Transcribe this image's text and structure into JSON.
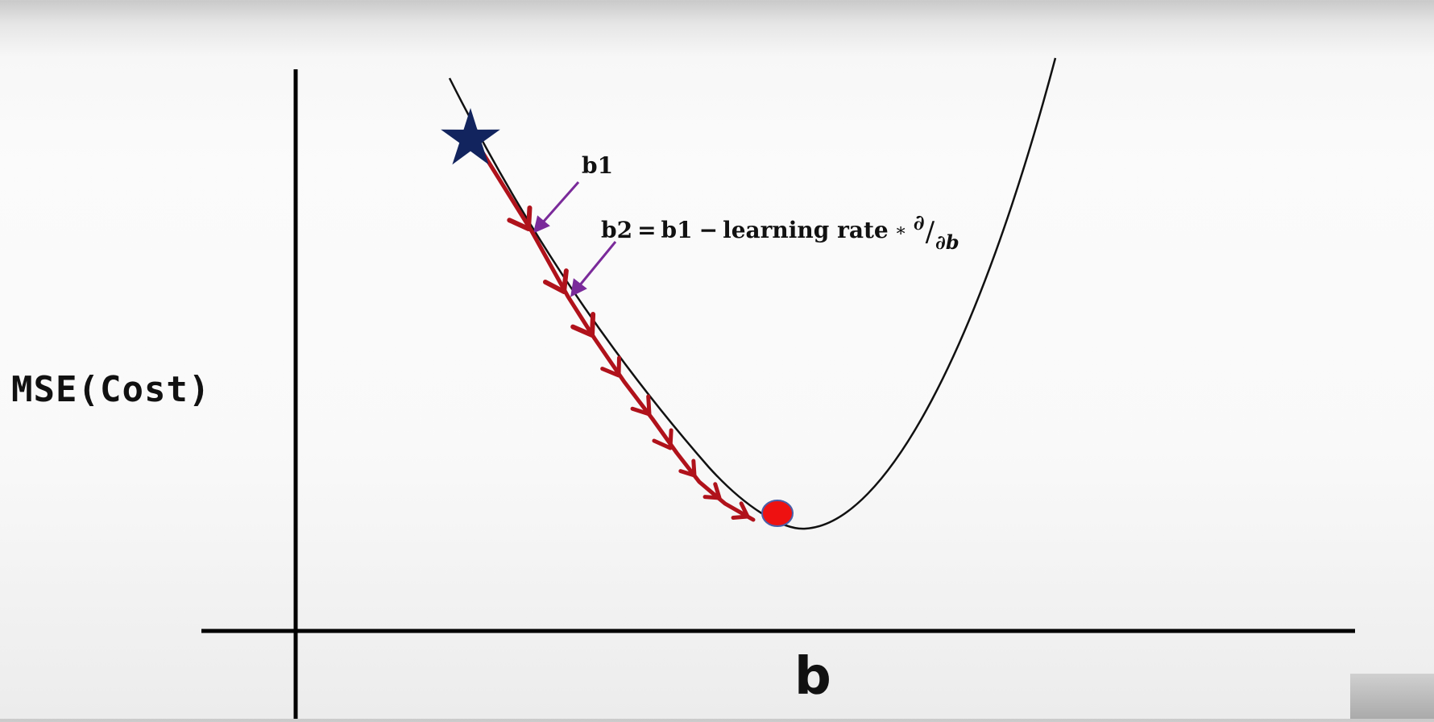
{
  "diagram": {
    "y_axis_label": "MSE(Cost)",
    "x_axis_label": "b",
    "step_label": "b1",
    "update_rule": {
      "lhs": "b2",
      "equals": "=",
      "term1": "b1",
      "minus": "−",
      "learning_rate": "learning rate",
      "times": "∗",
      "partial_numerator": "∂",
      "slash": "/",
      "partial_denominator": "∂b"
    },
    "colors": {
      "curve": "#111111",
      "axes": "#000000",
      "descent_path": "#b0121b",
      "start_star": "#12245e",
      "minimum_point": "#ee1111",
      "minimum_point_outline": "#4a5fa8",
      "pointer_arrows": "#7a2a9a"
    },
    "descent_step_count": 10
  }
}
